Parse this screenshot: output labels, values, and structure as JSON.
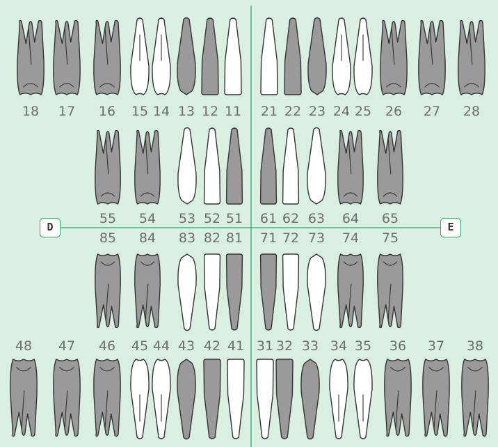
{
  "colors": {
    "background": "#d9efe1",
    "line": "#29a86b",
    "tooth_marked": "#9a9a9a",
    "tooth_plain": "#ffffff",
    "outline": "#333333",
    "number": "#6e6e6e"
  },
  "sides": {
    "left": "D",
    "right": "E"
  },
  "upper_permanent": [
    {
      "n": "18",
      "type": "molar",
      "fill": "grey"
    },
    {
      "n": "17",
      "type": "molar",
      "fill": "grey"
    },
    {
      "n": "16",
      "type": "molar",
      "fill": "grey"
    },
    {
      "n": "15",
      "type": "premolar",
      "fill": "white"
    },
    {
      "n": "14",
      "type": "premolar",
      "fill": "white"
    },
    {
      "n": "13",
      "type": "canine",
      "fill": "grey"
    },
    {
      "n": "12",
      "type": "incisor",
      "fill": "grey"
    },
    {
      "n": "11",
      "type": "incisor",
      "fill": "white"
    },
    {
      "n": "21",
      "type": "incisor",
      "fill": "white"
    },
    {
      "n": "22",
      "type": "incisor",
      "fill": "grey"
    },
    {
      "n": "23",
      "type": "canine",
      "fill": "grey"
    },
    {
      "n": "24",
      "type": "premolar",
      "fill": "white"
    },
    {
      "n": "25",
      "type": "premolar",
      "fill": "white"
    },
    {
      "n": "26",
      "type": "molar",
      "fill": "grey"
    },
    {
      "n": "27",
      "type": "molar",
      "fill": "grey"
    },
    {
      "n": "28",
      "type": "molar",
      "fill": "grey"
    }
  ],
  "upper_deciduous": [
    {
      "n": "55",
      "type": "molar",
      "fill": "grey"
    },
    {
      "n": "54",
      "type": "molar",
      "fill": "grey"
    },
    {
      "n": "53",
      "type": "canine",
      "fill": "white"
    },
    {
      "n": "52",
      "type": "incisor",
      "fill": "white"
    },
    {
      "n": "51",
      "type": "incisor",
      "fill": "grey"
    },
    {
      "n": "61",
      "type": "incisor",
      "fill": "grey"
    },
    {
      "n": "62",
      "type": "incisor",
      "fill": "white"
    },
    {
      "n": "63",
      "type": "canine",
      "fill": "white"
    },
    {
      "n": "64",
      "type": "molar",
      "fill": "grey"
    },
    {
      "n": "65",
      "type": "molar",
      "fill": "grey"
    }
  ],
  "lower_deciduous": [
    {
      "n": "85",
      "type": "molar",
      "fill": "grey"
    },
    {
      "n": "84",
      "type": "molar",
      "fill": "grey"
    },
    {
      "n": "83",
      "type": "canine",
      "fill": "white"
    },
    {
      "n": "82",
      "type": "incisor",
      "fill": "white"
    },
    {
      "n": "81",
      "type": "incisor",
      "fill": "grey"
    },
    {
      "n": "71",
      "type": "incisor",
      "fill": "grey"
    },
    {
      "n": "72",
      "type": "incisor",
      "fill": "white"
    },
    {
      "n": "73",
      "type": "canine",
      "fill": "white"
    },
    {
      "n": "74",
      "type": "molar",
      "fill": "grey"
    },
    {
      "n": "75",
      "type": "molar",
      "fill": "grey"
    }
  ],
  "lower_permanent": [
    {
      "n": "48",
      "type": "molar",
      "fill": "grey"
    },
    {
      "n": "47",
      "type": "molar",
      "fill": "grey"
    },
    {
      "n": "46",
      "type": "molar",
      "fill": "grey"
    },
    {
      "n": "45",
      "type": "premolar",
      "fill": "white"
    },
    {
      "n": "44",
      "type": "premolar",
      "fill": "white"
    },
    {
      "n": "43",
      "type": "canine",
      "fill": "grey"
    },
    {
      "n": "42",
      "type": "incisor",
      "fill": "grey"
    },
    {
      "n": "41",
      "type": "incisor",
      "fill": "white"
    },
    {
      "n": "31",
      "type": "incisor",
      "fill": "white"
    },
    {
      "n": "32",
      "type": "incisor",
      "fill": "grey"
    },
    {
      "n": "33",
      "type": "canine",
      "fill": "grey"
    },
    {
      "n": "34",
      "type": "premolar",
      "fill": "white"
    },
    {
      "n": "35",
      "type": "premolar",
      "fill": "white"
    },
    {
      "n": "36",
      "type": "molar",
      "fill": "grey"
    },
    {
      "n": "37",
      "type": "molar",
      "fill": "grey"
    },
    {
      "n": "38",
      "type": "molar",
      "fill": "grey"
    }
  ]
}
